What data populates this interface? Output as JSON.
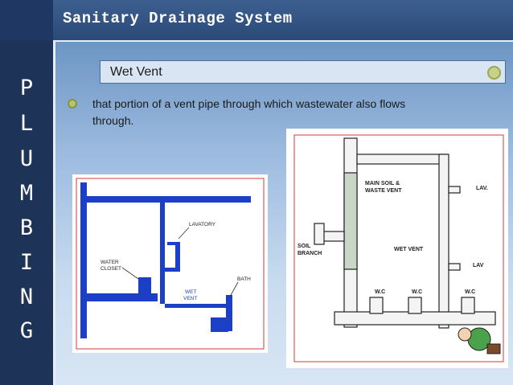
{
  "slide": {
    "title": "Sanitary Drainage System",
    "side_letters": [
      "P",
      "L",
      "U",
      "M",
      "B",
      "I",
      "N",
      "G"
    ],
    "subtitle": "Wet Vent",
    "body": "that portion of a vent pipe through which wastewater also flows through."
  },
  "left_diagram": {
    "labels": {
      "lavatory": "LAVATORY",
      "water_closet_1": "WATER",
      "water_closet_2": "CLOSET",
      "wet_vent_1": "WET",
      "wet_vent_2": "VENT",
      "bath": "BATH"
    }
  },
  "right_diagram": {
    "labels": {
      "main_soil_1": "MAIN SOIL &",
      "main_soil_2": "WASTE VENT",
      "lav_top": "LAV.",
      "lav_mid": "LAV",
      "soil_branch_1": "SOIL",
      "soil_branch_2": "BRANCH",
      "wet_vent": "WET VENT",
      "wc_1": "W.C",
      "wc_2": "W.C",
      "wc_3": "W.C"
    }
  },
  "colors": {
    "pipe_blue": "#1c3fc7",
    "accent": "#b6c46a"
  }
}
